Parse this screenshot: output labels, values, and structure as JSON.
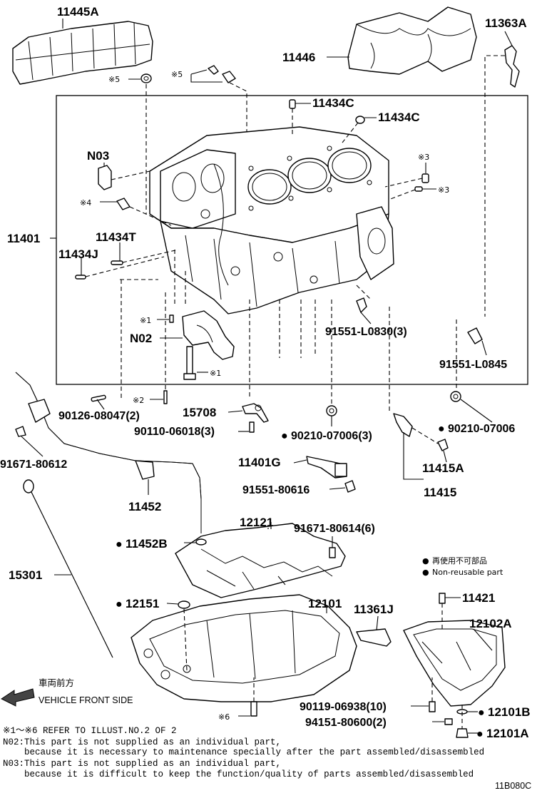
{
  "parts": {
    "p11445A": "11445A",
    "p11446": "11446",
    "p11363A": "11363A",
    "p11434C_a": "11434C",
    "p11434C_b": "11434C",
    "pN03": "N03",
    "p11401": "11401",
    "p11434T": "11434T",
    "p11434J": "11434J",
    "pN02": "N02",
    "p91551_L0830": "91551-L0830(3)",
    "p91551_L0845": "91551-L0845",
    "p90126": "90126-08047(2)",
    "p15708": "15708",
    "p90110": "90110-06018(3)",
    "p90210_3": "90210-07006(3)",
    "p90210": "90210-07006",
    "p91671_80612": "91671-80612",
    "p11401G": "11401G",
    "p11415A": "11415A",
    "p91551_80616": "91551-80616",
    "p11415": "11415",
    "p11452": "11452",
    "p12121": "12121",
    "p91671_80614": "91671-80614(6)",
    "p11452B": "11452B",
    "p15301": "15301",
    "p11421": "11421",
    "p12151": "12151",
    "p12101": "12101",
    "p11361J": "11361J",
    "p12102A": "12102A",
    "p90119": "90119-06938(10)",
    "p12101B": "12101B",
    "p94151": "94151-80600(2)",
    "p12101A": "12101A"
  },
  "ref_marks": {
    "m5a": "※5",
    "m5b": "※5",
    "m4": "※4",
    "m3a": "※3",
    "m3b": "※3",
    "m1a": "※1",
    "m1b": "※1",
    "m2": "※2",
    "m6": "※6"
  },
  "legend": {
    "jp": "再使用不可部品",
    "en": "Non-reusable part",
    "bullet": "●"
  },
  "direction": {
    "jp": "車両前方",
    "en": "VEHICLE FRONT SIDE"
  },
  "notes": {
    "line1": "※1～※6 REFER TO ILLUST.NO.2 OF 2",
    "line2": "N02:This part is not supplied as an individual part,",
    "line3": "    because it is necessary to maintenance specially after the part assembled/disassembled",
    "line4": "N03:This part is not supplied as an individual part,",
    "line5": "    because it is difficult to keep the function/quality of parts assembled/disassembled"
  },
  "figure_code": "11B080C"
}
